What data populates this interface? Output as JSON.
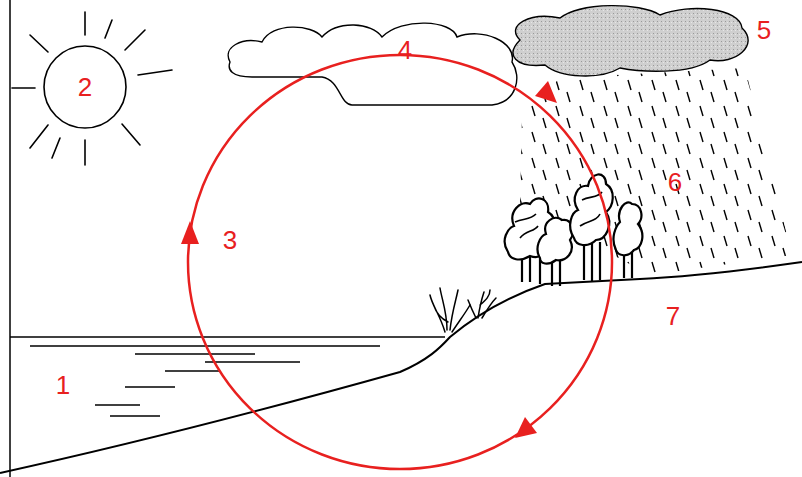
{
  "diagram": {
    "nodes": [
      {
        "text": [
          "2"
        ]
      },
      {
        "text": [
          "4"
        ]
      }
    ],
    "labels": [
      "1",
      "3",
      "5",
      "6",
      "7"
    ]
  }
}
